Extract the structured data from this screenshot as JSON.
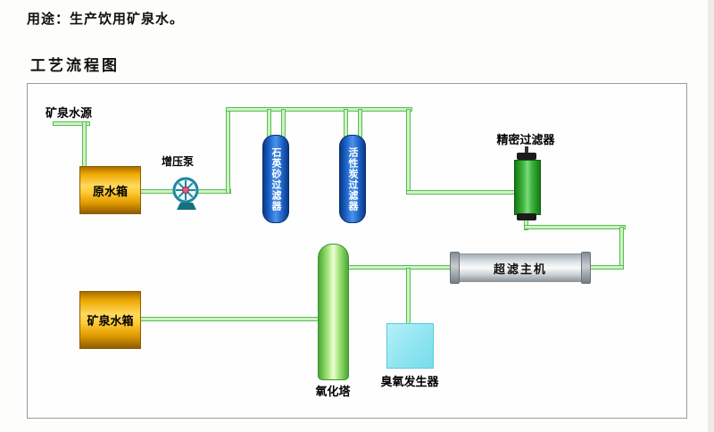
{
  "page": {
    "usage_line": "用途：生产饮用矿泉水。",
    "diagram_title": "工艺流程图"
  },
  "diagram": {
    "labels": {
      "source": "矿泉水源",
      "raw_tank": "原水箱",
      "pump": "增压泵",
      "quartz_filter": "石英砂过滤器",
      "carbon_filter": "活性炭过滤器",
      "precision_filter": "精密过滤器",
      "uf_unit": "超滤主机",
      "mineral_tank": "矿泉水箱",
      "oxidation_tower": "氧化塔",
      "ozone_generator": "臭氧发生器"
    },
    "colors": {
      "pipe_fill": "#cdf3c0",
      "pipe_edge": "#58bd58",
      "tank_gold": "#f0a800",
      "filter_blue": "#1c5fc4",
      "precision_green": "#3cb53c",
      "tower_green": "#6cc24a",
      "ozone_cyan": "#8ce4f0",
      "pump_teal": "#1f87a0"
    }
  }
}
